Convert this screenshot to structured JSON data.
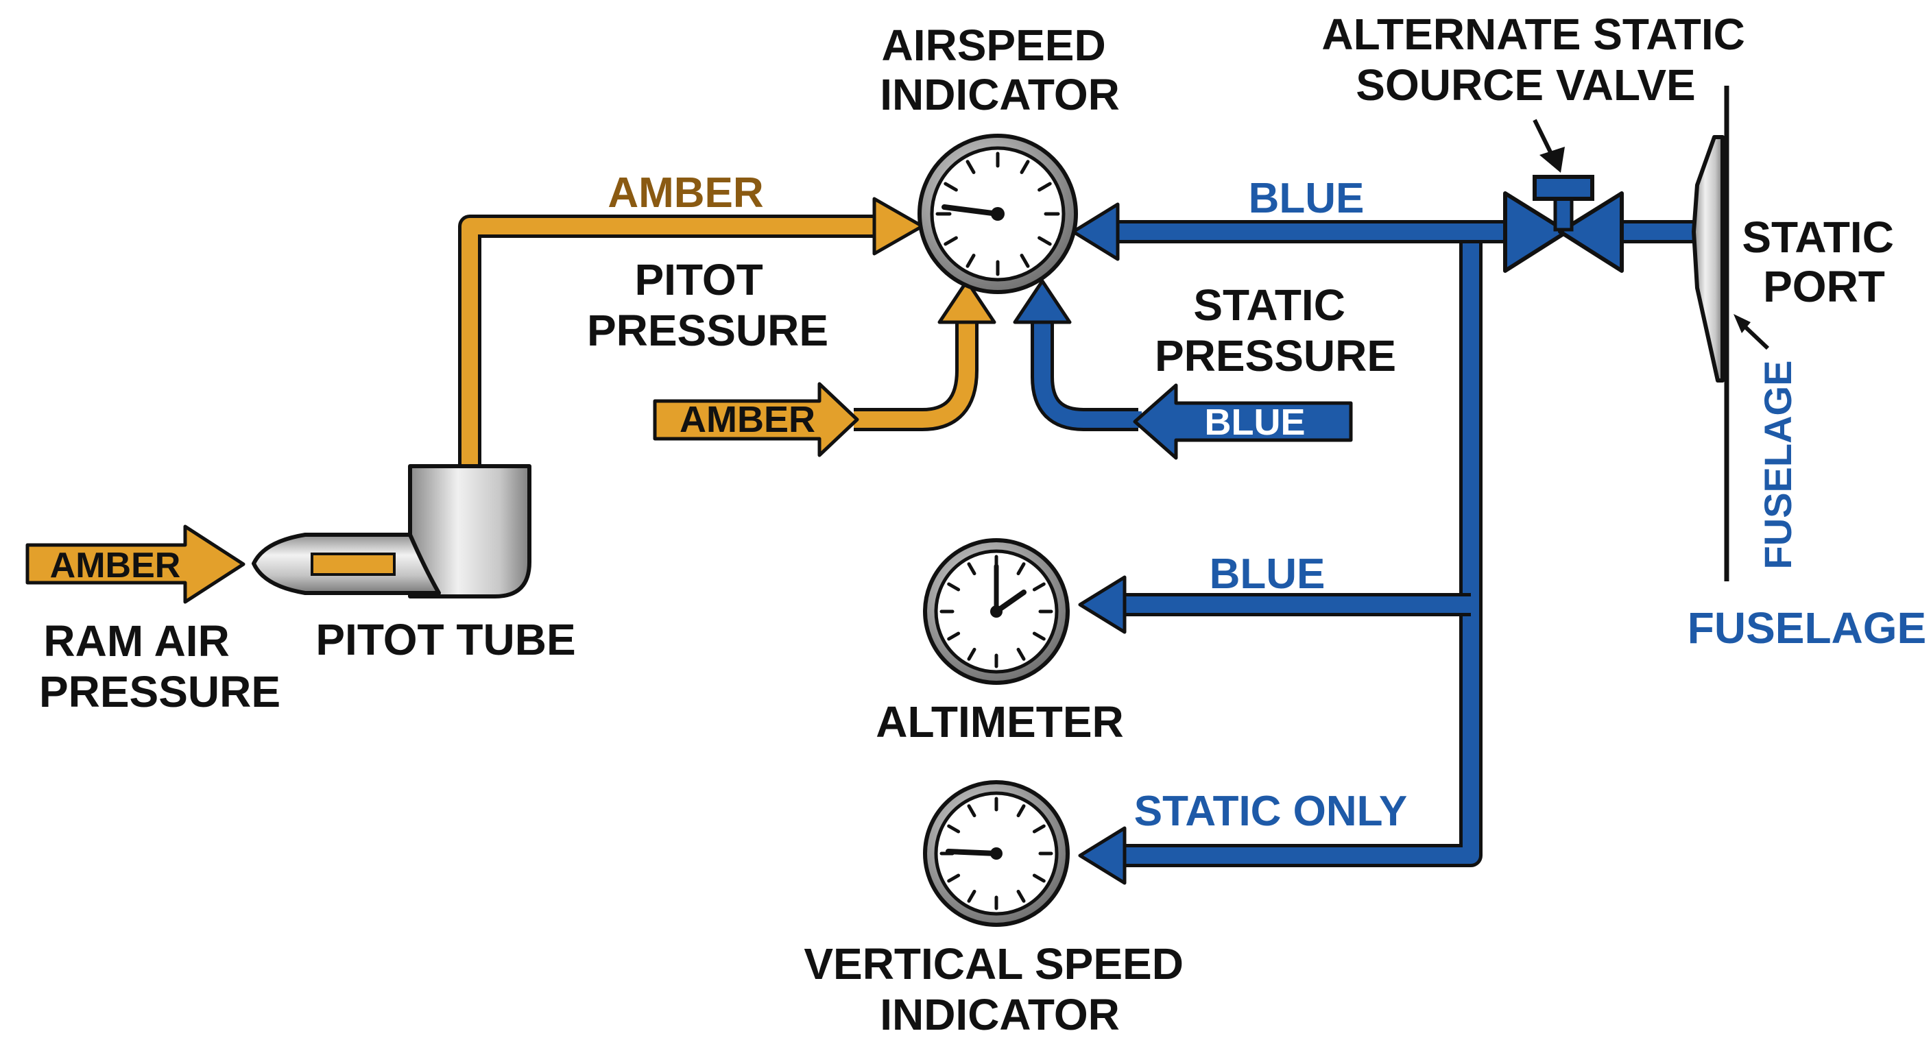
{
  "colors": {
    "amber": "#E3A02B",
    "amber_text": "#8A5A12",
    "blue": "#1E5AA8",
    "blue_text": "#1E5AA8",
    "ink": "#111111",
    "metal_light": "#E8E8E8",
    "metal_dark": "#8E8E8E"
  },
  "labels": {
    "airspeed_indicator": [
      "AIRSPEED",
      "INDICATOR"
    ],
    "alternate_static_source_valve": [
      "ALTERNATE STATIC",
      "SOURCE VALVE"
    ],
    "static_port": [
      "STATIC",
      "PORT"
    ],
    "fuselage_vertical": "FUSELAGE",
    "fuselage_horizontal": "FUSELAGE",
    "amber_top": "AMBER",
    "pitot_pressure": [
      "PITOT",
      "PRESSURE"
    ],
    "blue_top": "BLUE",
    "static_pressure": [
      "STATIC",
      "PRESSURE"
    ],
    "amber_middle": "AMBER",
    "blue_middle": "BLUE",
    "amber_left": "AMBER",
    "ram_air_pressure": [
      "RAM AIR",
      "PRESSURE"
    ],
    "pitot_tube": "PITOT TUBE",
    "blue_altimeter": "BLUE",
    "altimeter": "ALTIMETER",
    "static_only": "STATIC ONLY",
    "vertical_speed_indicator": [
      "VERTICAL SPEED",
      "INDICATOR"
    ]
  },
  "icons": [
    "airspeed-gauge-icon",
    "altimeter-gauge-icon",
    "vsi-gauge-icon",
    "pitot-tube-icon",
    "valve-icon",
    "static-port-icon"
  ]
}
